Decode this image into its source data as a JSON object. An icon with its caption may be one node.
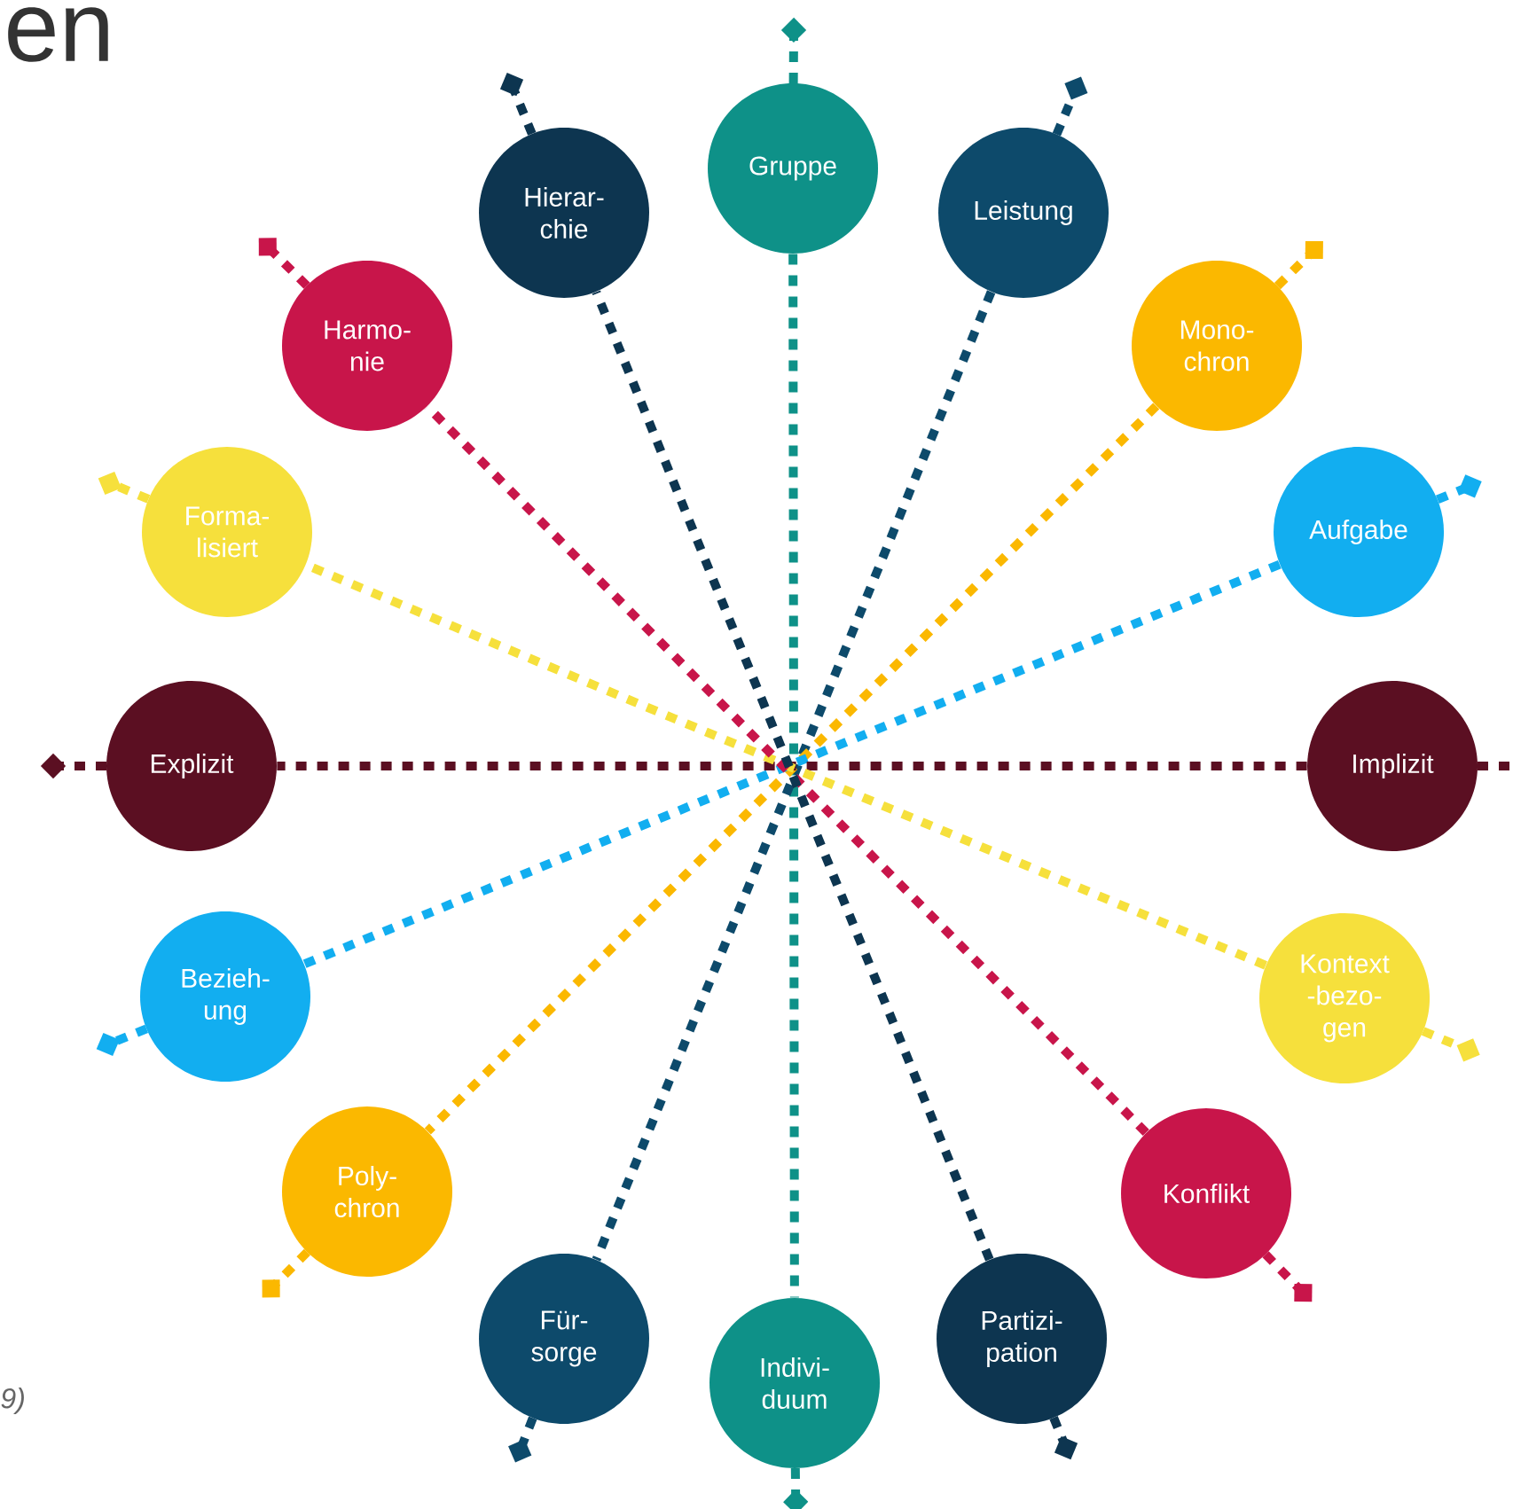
{
  "diagram": {
    "nodes": [
      {
        "text": [
          "Gruppe"
        ]
      },
      {
        "text": [
          "Leistung"
        ]
      },
      {
        "text": [
          "Mono- chron"
        ]
      },
      {
        "text": [
          "Aufgabe"
        ]
      },
      {
        "text": [
          "Implizit"
        ]
      },
      {
        "text": [
          "Kontext -bezo- gen"
        ]
      },
      {
        "text": [
          "Konflikt"
        ]
      },
      {
        "text": [
          "Partizi- pation"
        ]
      },
      {
        "text": [
          "Indivi- duum"
        ]
      },
      {
        "text": [
          "Für- sorge"
        ]
      },
      {
        "text": [
          "Poly- chron"
        ]
      },
      {
        "text": [
          "Bezieh- ung"
        ]
      },
      {
        "text": [
          "Explizit"
        ]
      },
      {
        "text": [
          "Forma- lisiert"
        ]
      },
      {
        "text": [
          "Harmo- nie"
        ]
      },
      {
        "text": [
          "Hierar- chie"
        ]
      }
    ],
    "edges": [
      {
        "from": 0,
        "to": 8,
        "arrow": "none",
        "style": "dashed",
        "color": "#0e9188"
      },
      {
        "from": 1,
        "to": 9,
        "arrow": "none",
        "style": "dashed",
        "color": "#0d4a6b"
      },
      {
        "from": 2,
        "to": 10,
        "arrow": "none",
        "style": "dashed",
        "color": "#fbb800"
      },
      {
        "from": 3,
        "to": 11,
        "arrow": "none",
        "style": "dashed",
        "color": "#12aef0"
      },
      {
        "from": 4,
        "to": 12,
        "arrow": "none",
        "style": "dashed",
        "color": "#5b0f22"
      },
      {
        "from": 5,
        "to": 13,
        "arrow": "none",
        "style": "dashed",
        "color": "#f6e03c"
      },
      {
        "from": 6,
        "to": 14,
        "arrow": "none",
        "style": "dashed",
        "color": "#c8154a"
      },
      {
        "from": 7,
        "to": 15,
        "arrow": "none",
        "style": "dashed",
        "color": "#0d3550"
      }
    ],
    "labels": [
      "en",
      "9)"
    ]
  }
}
